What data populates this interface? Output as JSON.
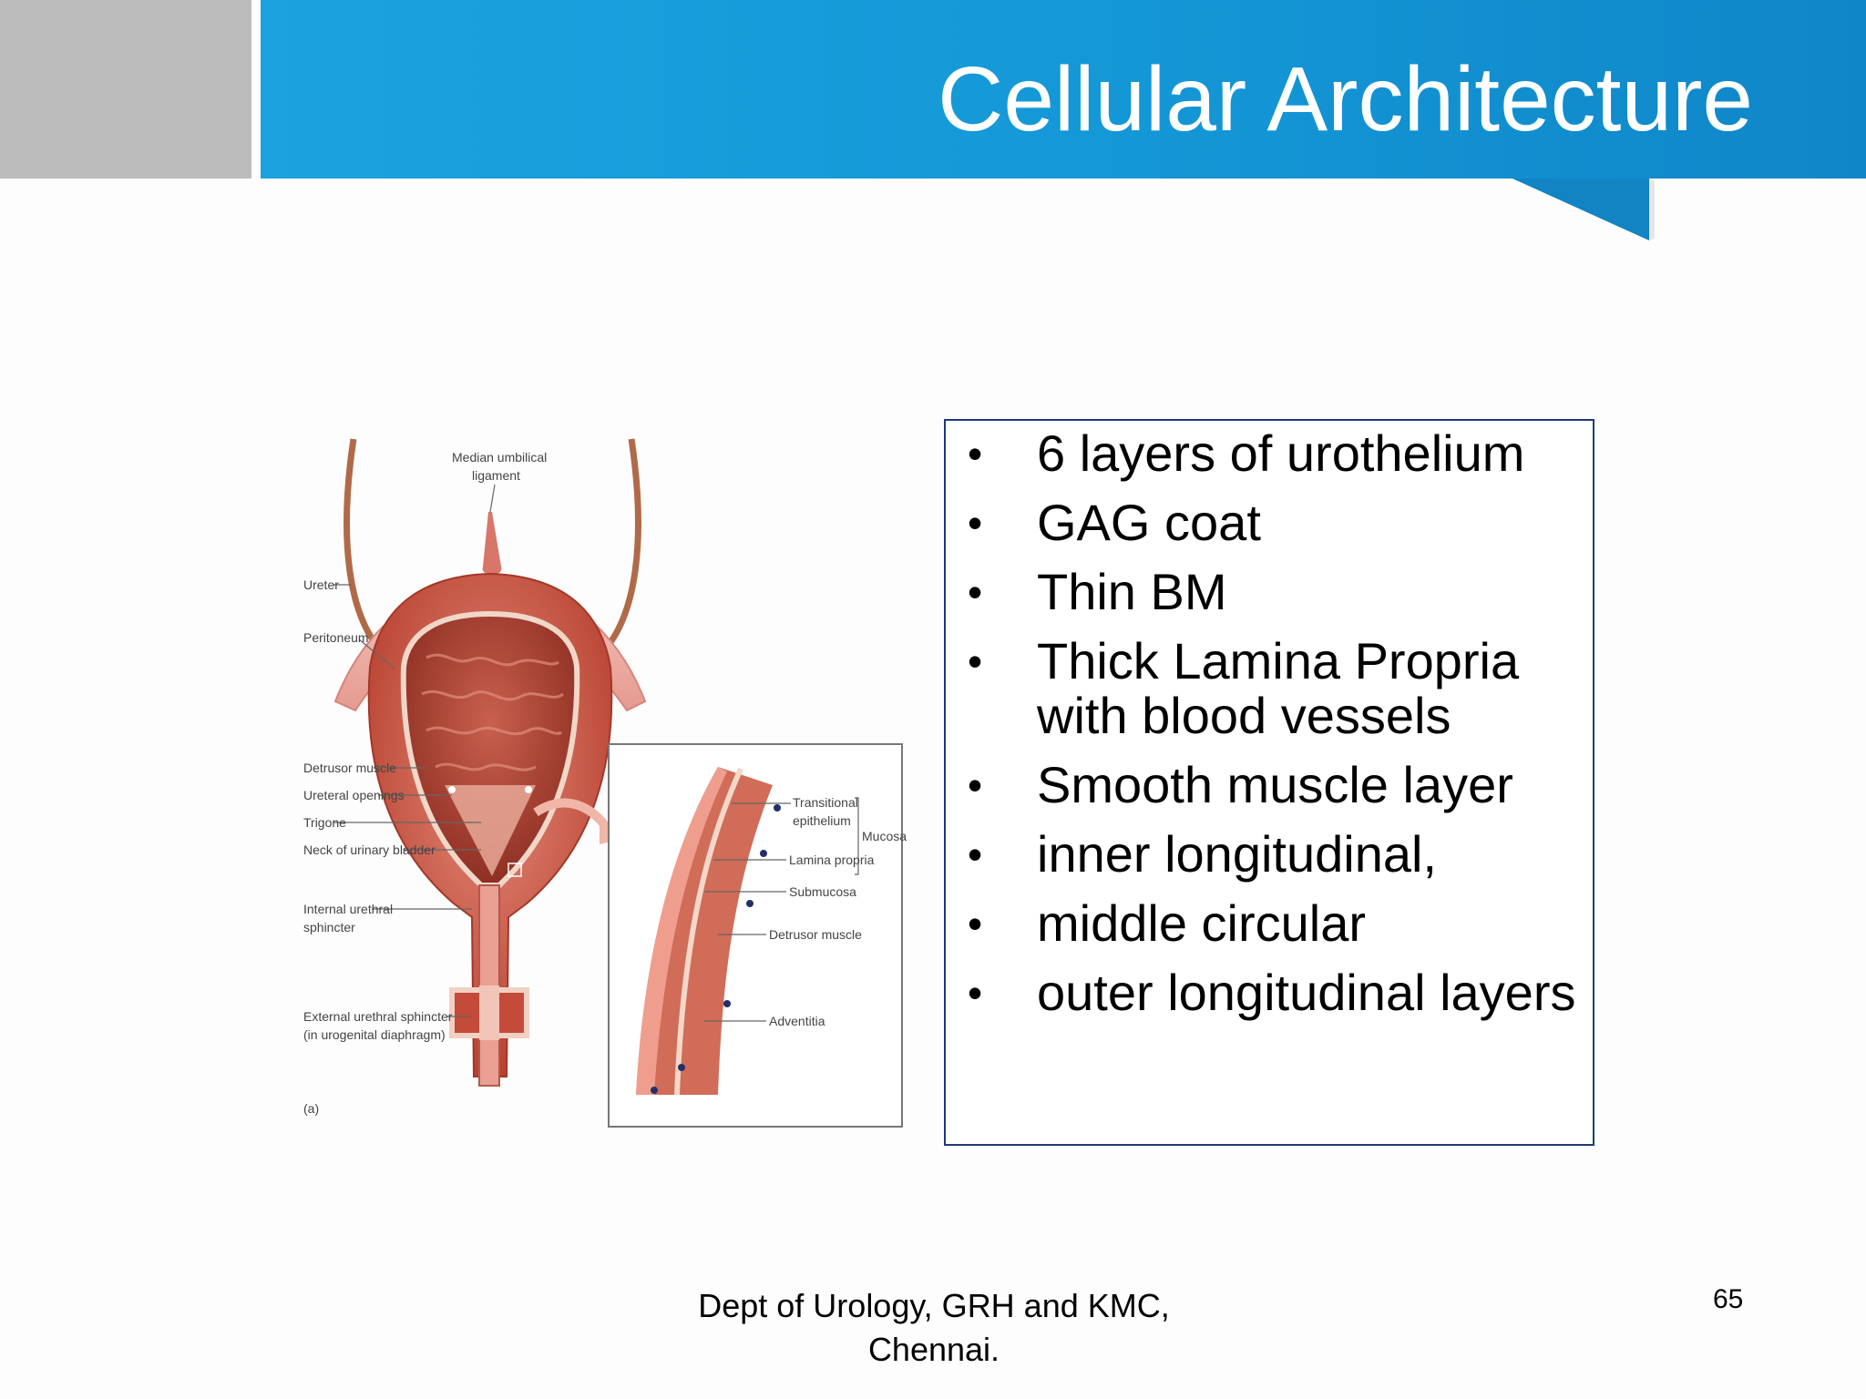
{
  "slide": {
    "title": "Cellular Architecture",
    "page_number": "65"
  },
  "footer": {
    "line1": "Dept of Urology, GRH and KMC,",
    "line2": "Chennai."
  },
  "bullets": [
    "6 layers of urothelium",
    "GAG coat",
    "Thin BM",
    "Thick Lamina Propria with blood vessels",
    "Smooth muscle layer",
    "inner longitudinal,",
    "middle circular",
    "outer longitudinal layers"
  ],
  "figure": {
    "labels": {
      "median_umbilical_1": "Median umbilical",
      "median_umbilical_2": "ligament",
      "ureter": "Ureter",
      "peritoneum": "Peritoneum",
      "detrusor_muscle": "Detrusor muscle",
      "ureteral_openings": "Ureteral openings",
      "trigone": "Trigone",
      "neck": "Neck of urinary bladder",
      "internal_sphincter_1": "Internal urethral",
      "internal_sphincter_2": "sphincter",
      "external_sphincter_1": "External urethral sphincter",
      "external_sphincter_2": "(in urogenital diaphragm)",
      "panel_a": "(a)",
      "transitional_1": "Transitional",
      "transitional_2": "epithelium",
      "mucosa": "Mucosa",
      "lamina_propria": "Lamina propria",
      "submucosa": "Submucosa",
      "detrusor_inset": "Detrusor muscle",
      "adventitia": "Adventitia"
    }
  }
}
